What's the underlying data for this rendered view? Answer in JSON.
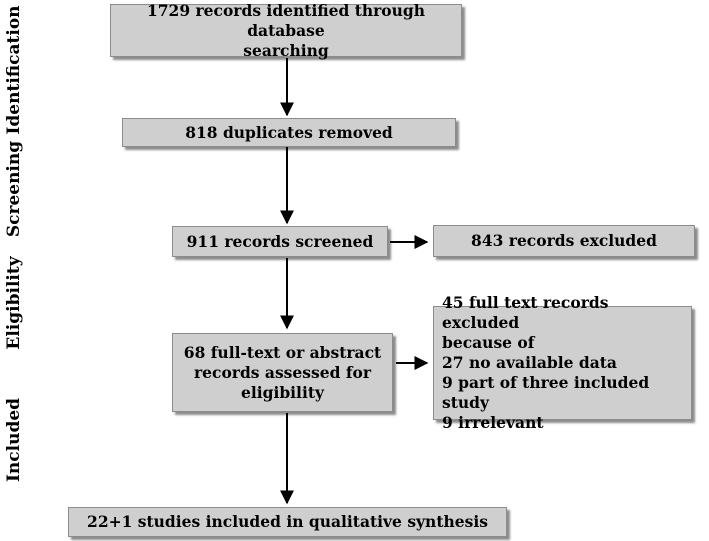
{
  "stages": {
    "identification": "Identification",
    "screening": "Screening",
    "eligibility": "Eligibility",
    "included": "Included"
  },
  "boxes": {
    "identified": "1729 records identified through database\nsearching",
    "duplicates": "818 duplicates removed",
    "screened": "911 records screened",
    "excluded": "843 records excluded",
    "assessed": "68 full-text or abstract\nrecords assessed for\neligibility",
    "fulltext_excluded": "45 full text records excluded\nbecause of\n27 no available data\n9 part of three included study\n9 irrelevant",
    "included": "22+1 studies included in qualitative synthesis"
  },
  "colors": {
    "box_fill": "#cfcfcf",
    "box_border": "#8c8c8c",
    "arrow": "#000000"
  }
}
